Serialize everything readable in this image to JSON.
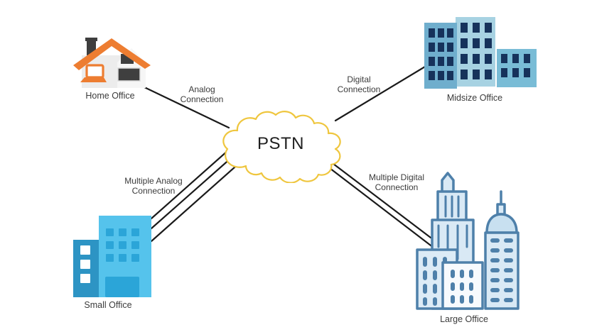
{
  "diagram": {
    "cloud": {
      "label": "PSTN"
    },
    "nodes": {
      "home": {
        "label": "Home Office"
      },
      "midsize": {
        "label": "Midsize Office"
      },
      "small": {
        "label": "Small Office"
      },
      "large": {
        "label": "Large Office"
      }
    },
    "connections": {
      "analog": {
        "line1": "Analog",
        "line2": "Connection",
        "line_count": 1,
        "from": "Home Office",
        "to": "PSTN"
      },
      "digital": {
        "line1": "Digital",
        "line2": "Connection",
        "line_count": 1,
        "from": "PSTN",
        "to": "Midsize Office"
      },
      "multiple_analog": {
        "line1": "Multiple Analog",
        "line2": "Connection",
        "line_count": 3,
        "from": "Small Office",
        "to": "PSTN"
      },
      "multiple_digital": {
        "line1": "Multiple Digital",
        "line2": "Connection",
        "line_count": 2,
        "from": "PSTN",
        "to": "Large Office"
      }
    },
    "colors": {
      "background": "#ffffff",
      "cloud_stroke": "#EFC63E",
      "connection_line": "#1a1a1a",
      "label_text": "#3b3b3b",
      "house_roof": "#ED7D31",
      "house_body": "#ECECEC",
      "house_window": "#3F3F3F",
      "midsize_left": "#6FAECD",
      "midsize_center": "#A7D2E2",
      "midsize_right": "#79BCD6",
      "midsize_window": "#16325B",
      "small_light": "#55C3EC",
      "small_dark": "#2D94C4",
      "small_window": "#2BA5D8",
      "large_outline": "#4E80AA",
      "large_fill": "#D9E9F5"
    }
  }
}
